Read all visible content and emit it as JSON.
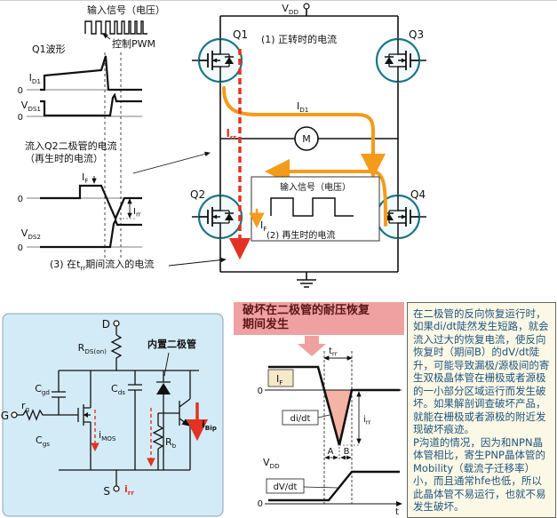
{
  "colors": {
    "orange_arrow": "#f49b1b",
    "red_arrow": "#e23322",
    "mosfet_circle": "#1b7586",
    "equiv_box_bg": "#d3ebf6",
    "pink_box_bg": "#efa0a0",
    "note_bg": "#fcf8e6",
    "note_text": "#1f557e",
    "recovery_shade": "#f5b3a6",
    "if_label_box_bg": "#f6e9c8"
  },
  "top_left": {
    "input_signal": "输入信号（电压）",
    "pwm": "控制PWM",
    "q1_wave": "Q1波形",
    "zero": "0",
    "id1": {
      "b": "I",
      "s": "D1"
    },
    "vds1": {
      "b": "V",
      "s": "DS1"
    },
    "flow_line1": "流入Q2二极管的电流",
    "flow_line2": "（再生时的电流）",
    "if": {
      "b": "I",
      "s": "F"
    },
    "irr": {
      "b": "I",
      "s": "rr"
    },
    "vds2": {
      "b": "V",
      "s": "DS2"
    },
    "note3": {
      "pre": "(3) 在",
      "b": "t",
      "s": "rr",
      "post": "期间流入的电流"
    }
  },
  "circuit": {
    "vdd": {
      "b": "V",
      "s": "DD"
    },
    "q1": "Q1",
    "q2": "Q2",
    "q3": "Q3",
    "q4": "Q4",
    "m": "M",
    "note1": "(1) 正转时的电流",
    "id1": {
      "b": "I",
      "s": "D1"
    },
    "irr": {
      "b": "I",
      "s": "rr"
    },
    "inner_signal": "输入信号（电压）",
    "if": {
      "b": "I",
      "s": "F"
    },
    "note2": "(2) 再生时的电流"
  },
  "equiv": {
    "d": "D",
    "g": "G",
    "s": "S",
    "rdson": {
      "b": "R",
      "s": "DS(on)"
    },
    "builtin": "内置二极管",
    "cgd": {
      "b": "C",
      "s": "gd"
    },
    "cds": {
      "b": "C",
      "s": "ds"
    },
    "cgs": {
      "b": "C",
      "s": "gs"
    },
    "rg": {
      "b": "r",
      "s": "g"
    },
    "imos": {
      "b": "i",
      "s": "MOS"
    },
    "rb": {
      "b": "R",
      "s": "b"
    },
    "ibip": {
      "b": "i",
      "s": "Bip"
    },
    "irr": {
      "b": "i",
      "s": "rr"
    }
  },
  "recovery": {
    "title_line1": "破坏在二极管的耐压恢复",
    "title_line2": "期间发生",
    "zero": "0",
    "if": {
      "b": "I",
      "s": "F"
    },
    "trr": {
      "b": "t",
      "s": "rr"
    },
    "didt": "di/dt",
    "irr": {
      "b": "i",
      "s": "rr"
    },
    "a": "A",
    "b": "B",
    "vdd": {
      "b": "V",
      "s": "DD"
    },
    "dvdt": "dV/dt",
    "t": "t"
  },
  "note": {
    "p1": "在二极管的反向恢复运行时，如果di/dt陡然发生短路，就会流入过大的恢复电流，使反向恢复时（期间B）的dV/dt陡升，可能导致漏极/源极间的寄生双极晶体管在栅极或者源极的一小部分区域运行而发生破坏。如果解剖调查破坏产品，就能在栅极或者源极的附近发现破坏痕迹。",
    "p2": "P沟道的情况，因为和NPN晶体管相比，寄生PNP晶体管的Mobility（载流子迁移率）小，而且通常hfe也低，所以此晶体管不易运行，也就不易发生破坏。"
  }
}
